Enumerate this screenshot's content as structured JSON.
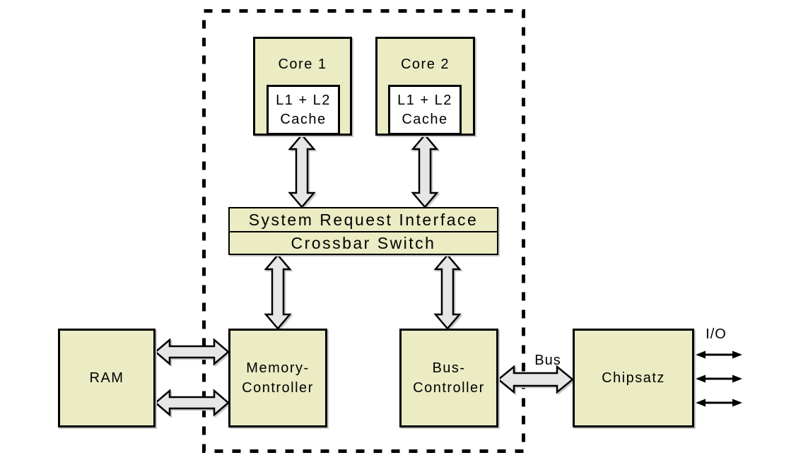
{
  "diagram": {
    "nodes": {
      "core1": {
        "label": "Core 1"
      },
      "core2": {
        "label": "Core 2"
      },
      "cache1": {
        "line1": "L1 + L2",
        "line2": "Cache"
      },
      "cache2": {
        "line1": "L1 + L2",
        "line2": "Cache"
      },
      "system_request_interface": {
        "label": "System Request Interface"
      },
      "crossbar_switch": {
        "label": "Crossbar Switch"
      },
      "ram": {
        "label": "RAM"
      },
      "memory_controller": {
        "line1": "Memory-",
        "line2": "Controller"
      },
      "bus_controller": {
        "line1": "Bus-",
        "line2": "Controller"
      },
      "chipsatz": {
        "label": "Chipsatz"
      }
    },
    "edge_labels": {
      "bus": "Bus",
      "io": "I/O"
    },
    "colors": {
      "node_fill": "#ebebc4",
      "arrow_fill": "#e6e6e6",
      "outline": "#000000",
      "shadow": "#c9c9c9"
    }
  }
}
